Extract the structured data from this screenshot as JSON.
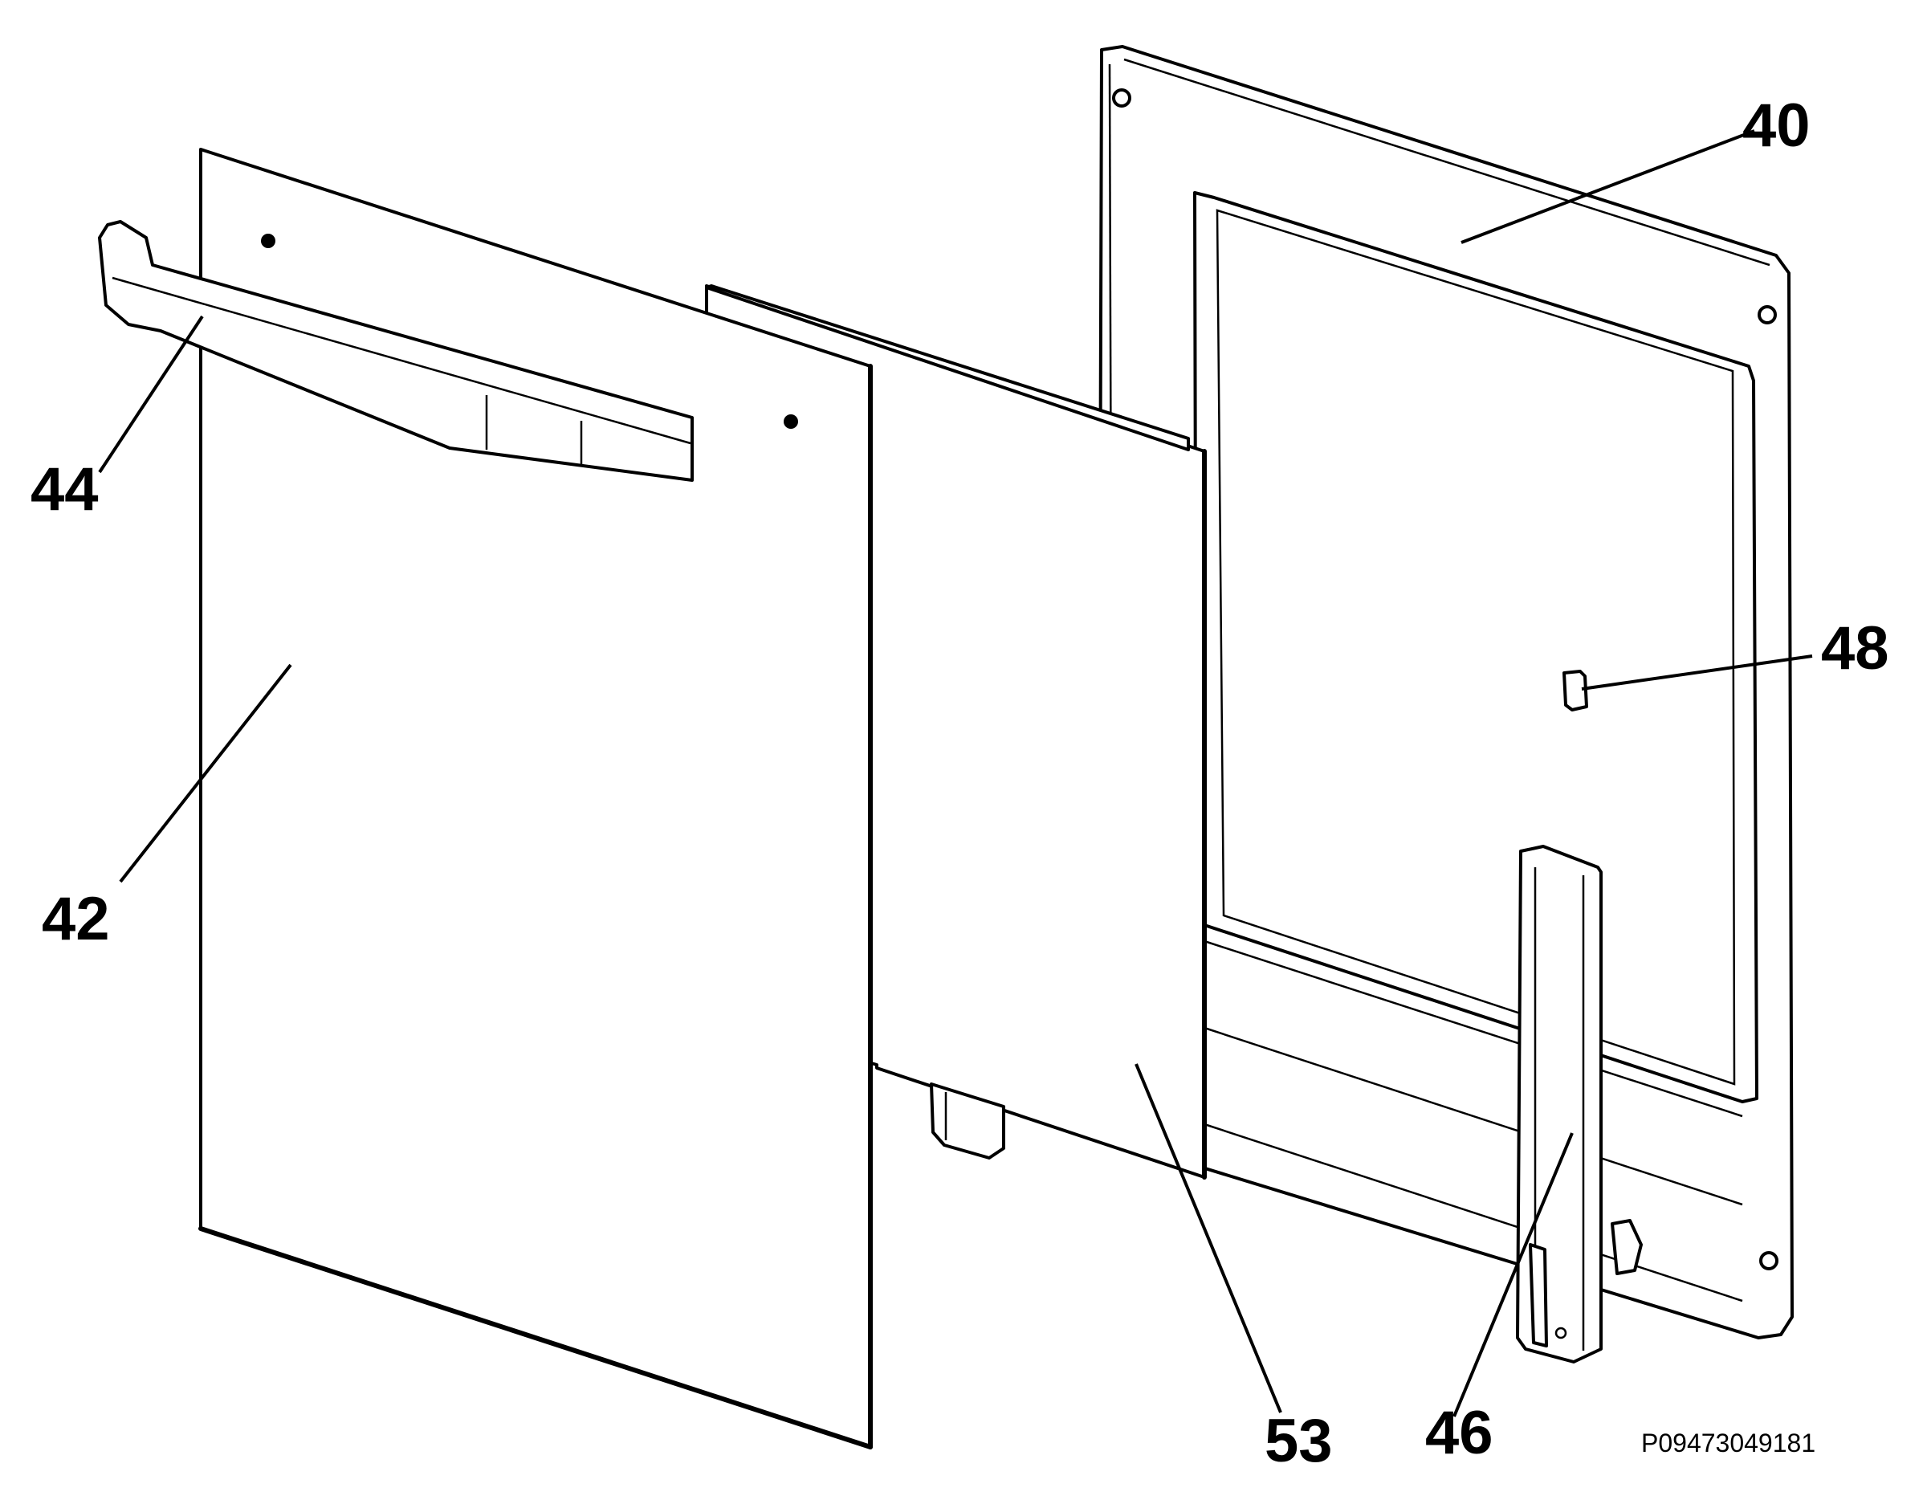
{
  "callouts": {
    "c40": "40",
    "c42": "42",
    "c44": "44",
    "c46": "46",
    "c48": "48",
    "c53": "53"
  },
  "reference_code": "P09473049181"
}
